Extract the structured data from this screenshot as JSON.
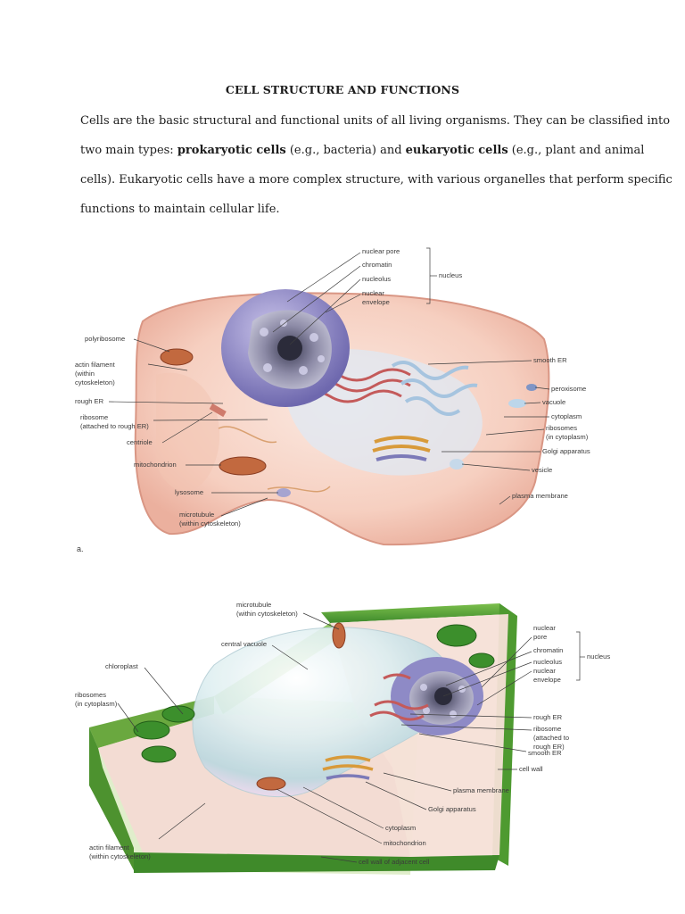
{
  "document": {
    "title": "CELL STRUCTURE AND FUNCTIONS",
    "paragraph": {
      "line1": "Cells are the basic structural and functional units of all living organisms. They can be classified into",
      "line2_pre": "two main types: ",
      "line2_bold1": "prokaryotic cells",
      "line2_mid": " (e.g., bacteria) and ",
      "line2_bold2": "eukaryotic cells",
      "line2_post": " (e.g., plant and animal",
      "line3": "cells). Eukaryotic cells have a more complex structure, with various organelles that perform specific",
      "line4": "functions to maintain cellular life."
    }
  },
  "animal_cell": {
    "panel_letter": "a.",
    "labels": {
      "nuclear_pore": "nuclear pore",
      "chromatin": "chromatin",
      "nucleolus": "nucleolus",
      "nuclear_envelope_1": "nuclear",
      "nuclear_envelope_2": "envelope",
      "nucleus": "nucleus",
      "polyribosome": "polyribosome",
      "actin_1": "actin filament",
      "actin_2": "(within",
      "actin_3": "cytoskeleton)",
      "rough_er": "rough ER",
      "ribosome_1": "ribosome",
      "ribosome_2": "(attached to rough ER)",
      "centriole": "centriole",
      "mitochondrion": "mitochondrion",
      "lysosome": "lysosome",
      "microtubule_1": "microtubule",
      "microtubule_2": "(within cytoskeleton)",
      "smooth_er": "smooth ER",
      "peroxisome": "peroxisome",
      "vacuole": "vacuole",
      "cytoplasm": "cytoplasm",
      "ribosomes_1": "ribosomes",
      "ribosomes_2": "(in cytoplasm)",
      "golgi": "Golgi apparatus",
      "vesicle": "vesicle",
      "plasma_membrane": "plasma membrane"
    }
  },
  "plant_cell": {
    "labels": {
      "microtubule_1": "microtubule",
      "microtubule_2": "(within cytoskeleton)",
      "central_vacuole": "central vacuole",
      "chloroplast": "chloroplast",
      "ribosomes_1": "ribosomes",
      "ribosomes_2": "(in cytoplasm)",
      "nuclear_pore_1": "nuclear",
      "nuclear_pore_2": "pore",
      "chromatin": "chromatin",
      "nucleolus": "nucleolus",
      "nuclear_envelope_1": "nuclear",
      "nuclear_envelope_2": "envelope",
      "nucleus": "nucleus",
      "rough_er": "rough ER",
      "ribosome_1": "ribosome",
      "ribosome_2": "(attached to",
      "ribosome_3": "rough ER)",
      "smooth_er": "smooth ER",
      "cell_wall": "cell wall",
      "plasma_membrane": "plasma membrane",
      "golgi": "Golgi apparatus",
      "cytoplasm": "cytoplasm",
      "mitochondrion": "mitochondrion",
      "actin_1": "actin filament",
      "actin_2": "(within cytoskeleton)",
      "adjacent_wall": "cell wall of adjacent cell"
    }
  }
}
